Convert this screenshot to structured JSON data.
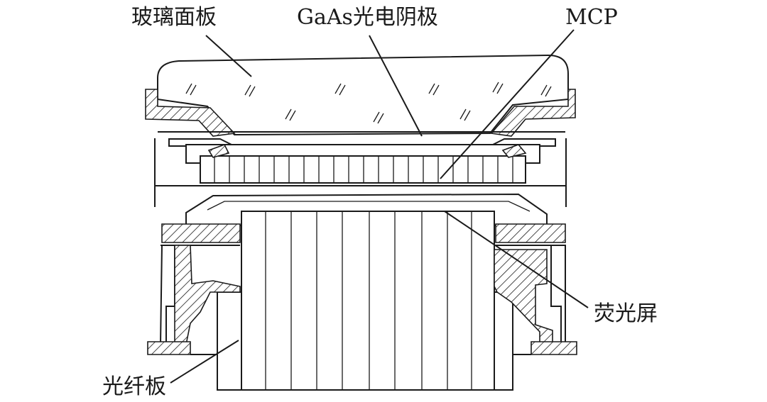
{
  "labels": {
    "glass_faceplate": "玻璃面板",
    "gaas_photocathode": "GaAs光电阴极",
    "mcp": "MCP",
    "phosphor_screen": "荧光屏",
    "fiber_optic_plate": "光纤板"
  },
  "colors": {
    "line": "#1a1a1a",
    "background": "#ffffff"
  }
}
